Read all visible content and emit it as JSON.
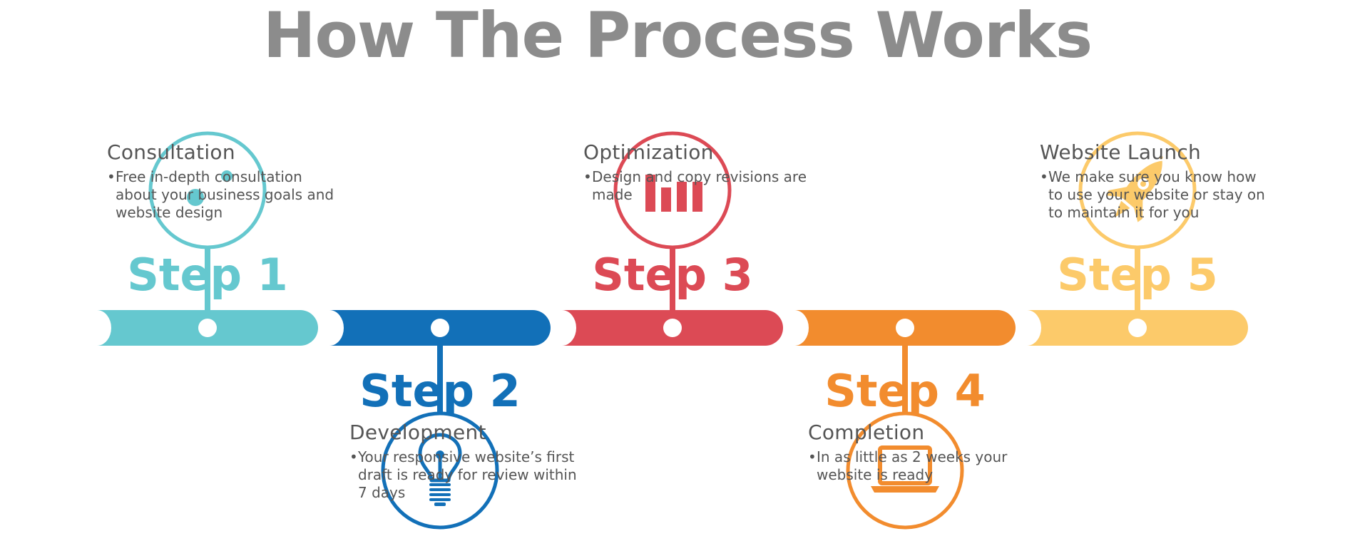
{
  "title": "How The Process Works",
  "steps": [
    {
      "step_label": "Step 1",
      "name": "Consultation",
      "description": "Free in-depth consultation about your business goals and website design",
      "icon": "gears-icon",
      "color": "#65c8cf",
      "text_position": "top"
    },
    {
      "step_label": "Step 2",
      "name": "Development",
      "description": "Your responsive website’s first draft is ready for review within 7 days",
      "icon": "lightbulb-icon",
      "color": "#1270b8",
      "text_position": "bottom"
    },
    {
      "step_label": "Step 3",
      "name": "Optimization",
      "description": "Design and copy revisions are made",
      "icon": "bar-chart-icon",
      "color": "#dc4a55",
      "text_position": "top"
    },
    {
      "step_label": "Step 4",
      "name": "Completion",
      "description": "In as little as 2 weeks your website is ready",
      "icon": "laptop-icon",
      "color": "#f28c2e",
      "text_position": "bottom"
    },
    {
      "step_label": "Step 5",
      "name": "Website Launch",
      "description": "We make sure you know how to use your website or stay on to maintain it for you",
      "icon": "rocket-icon",
      "color": "#fcca6a",
      "text_position": "top"
    }
  ]
}
